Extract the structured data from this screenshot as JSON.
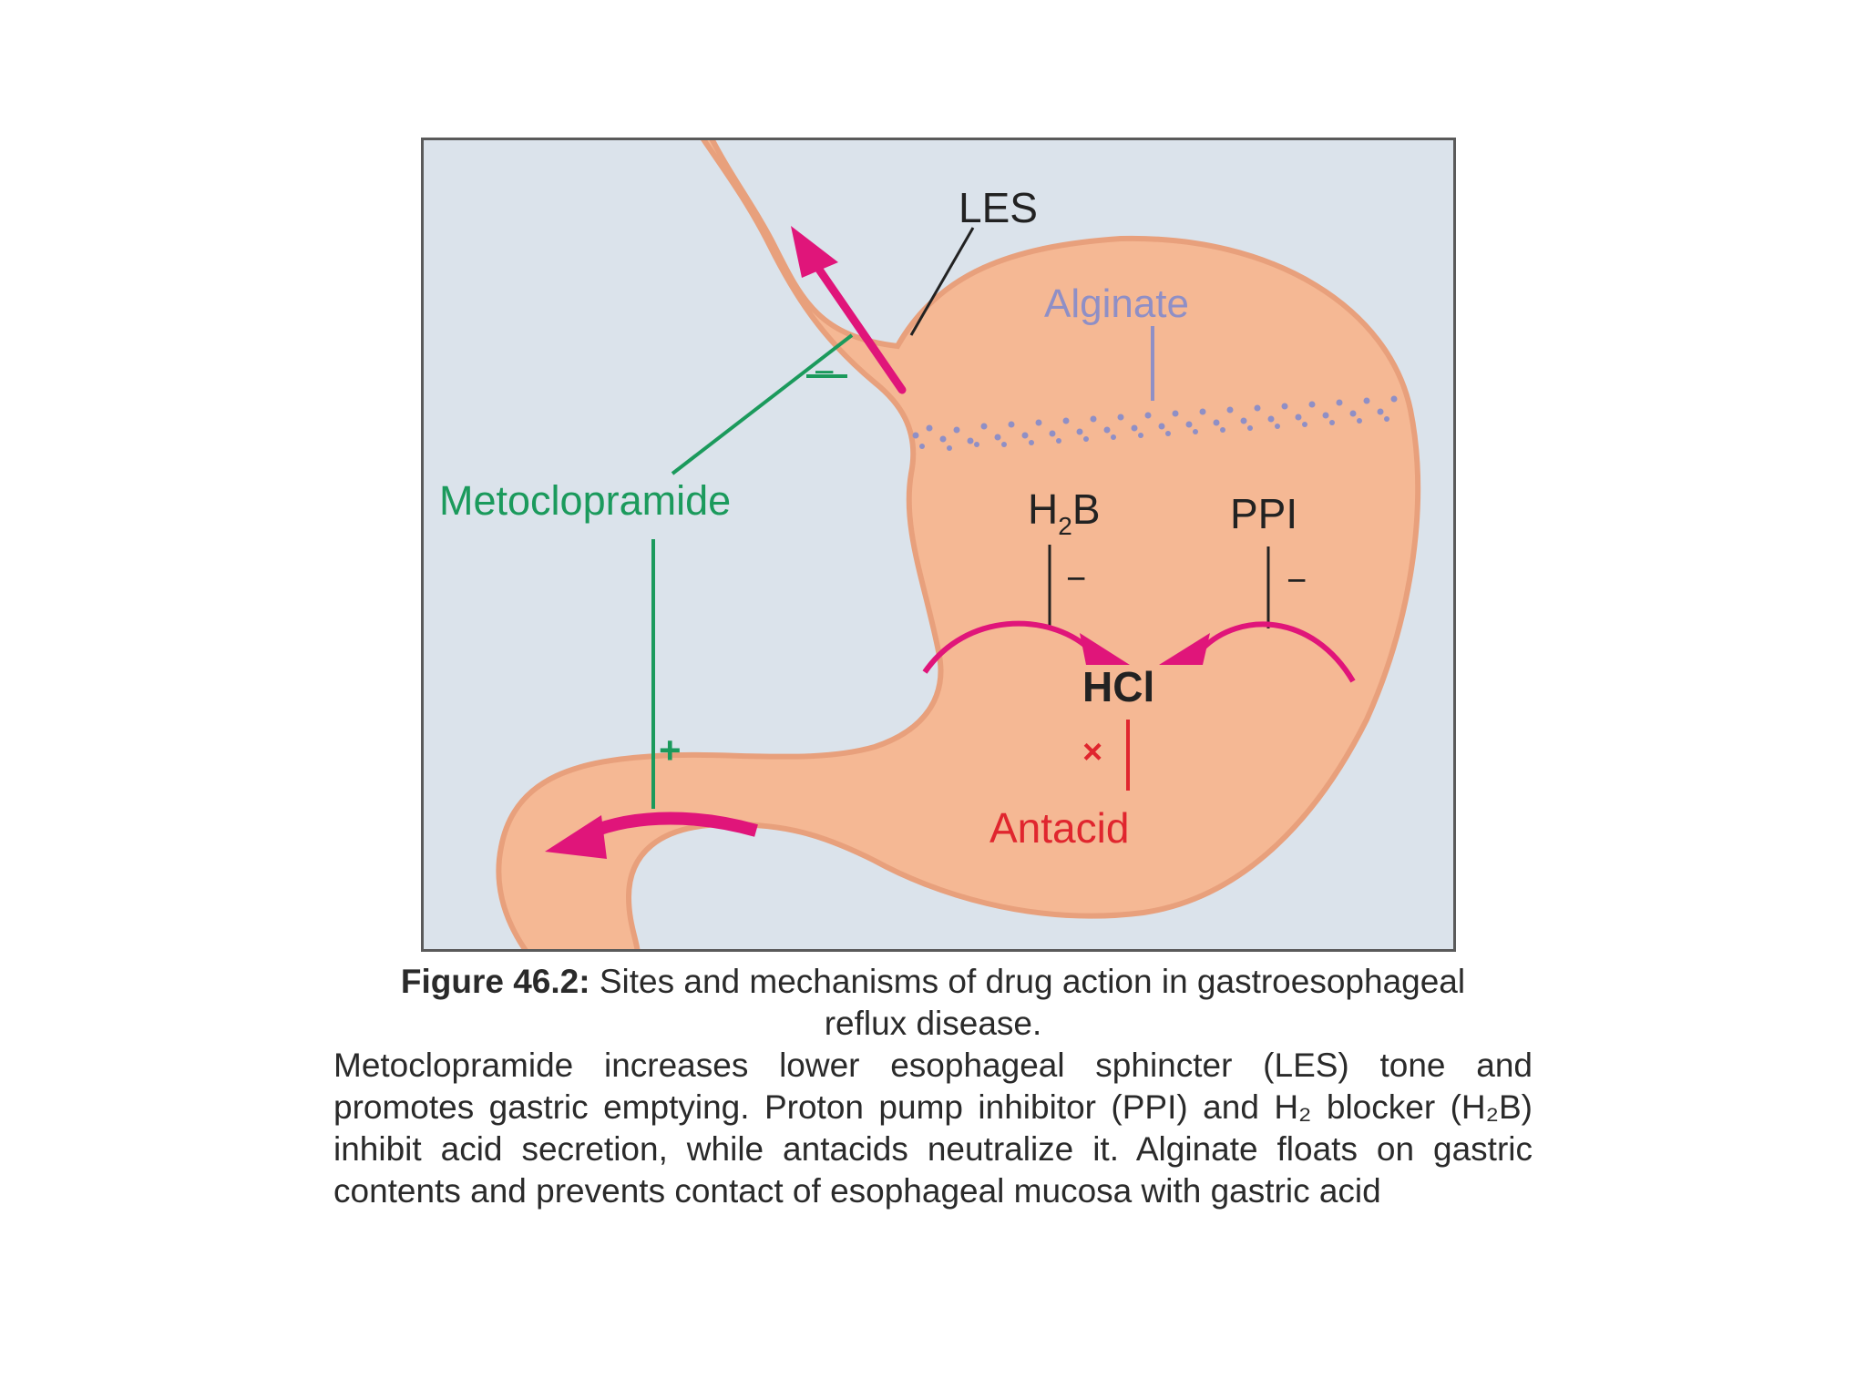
{
  "colors": {
    "panel_bg": "#dbe3eb",
    "stomach_fill": "#f5b894",
    "stomach_edge": "#e8a07c",
    "arrow_magenta": "#e0157a",
    "metoclopramide_green": "#1b9a5c",
    "alginate_purple": "#8f8fc6",
    "antacid_red": "#e0262e",
    "text_dark": "#2a2a2a"
  },
  "diagram": {
    "les_label": "LES",
    "alginate_label": "Alginate",
    "metoclopramide_label": "Metoclopramide",
    "h2b_label_main": "H",
    "h2b_label_sub": "2",
    "h2b_label_end": "B",
    "ppi_label": "PPI",
    "hcl_label": "HCl",
    "antacid_label": "Antacid",
    "minus_sign": "−",
    "plus_sign": "+",
    "cross_sign": "×"
  },
  "caption": {
    "figure_number": "Figure 46.2:",
    "title": "Sites and mechanisms of drug action in gastroesophageal reflux disease.",
    "body": "Metoclopramide increases lower esophageal sphincter (LES) tone and promotes gastric emptying. Proton pump inhibitor (PPI) and H₂ blocker (H₂B) inhibit acid secretion, while antacids neutralize it. Alginate floats on gastric contents and prevents contact of esophageal mucosa with gastric acid"
  }
}
